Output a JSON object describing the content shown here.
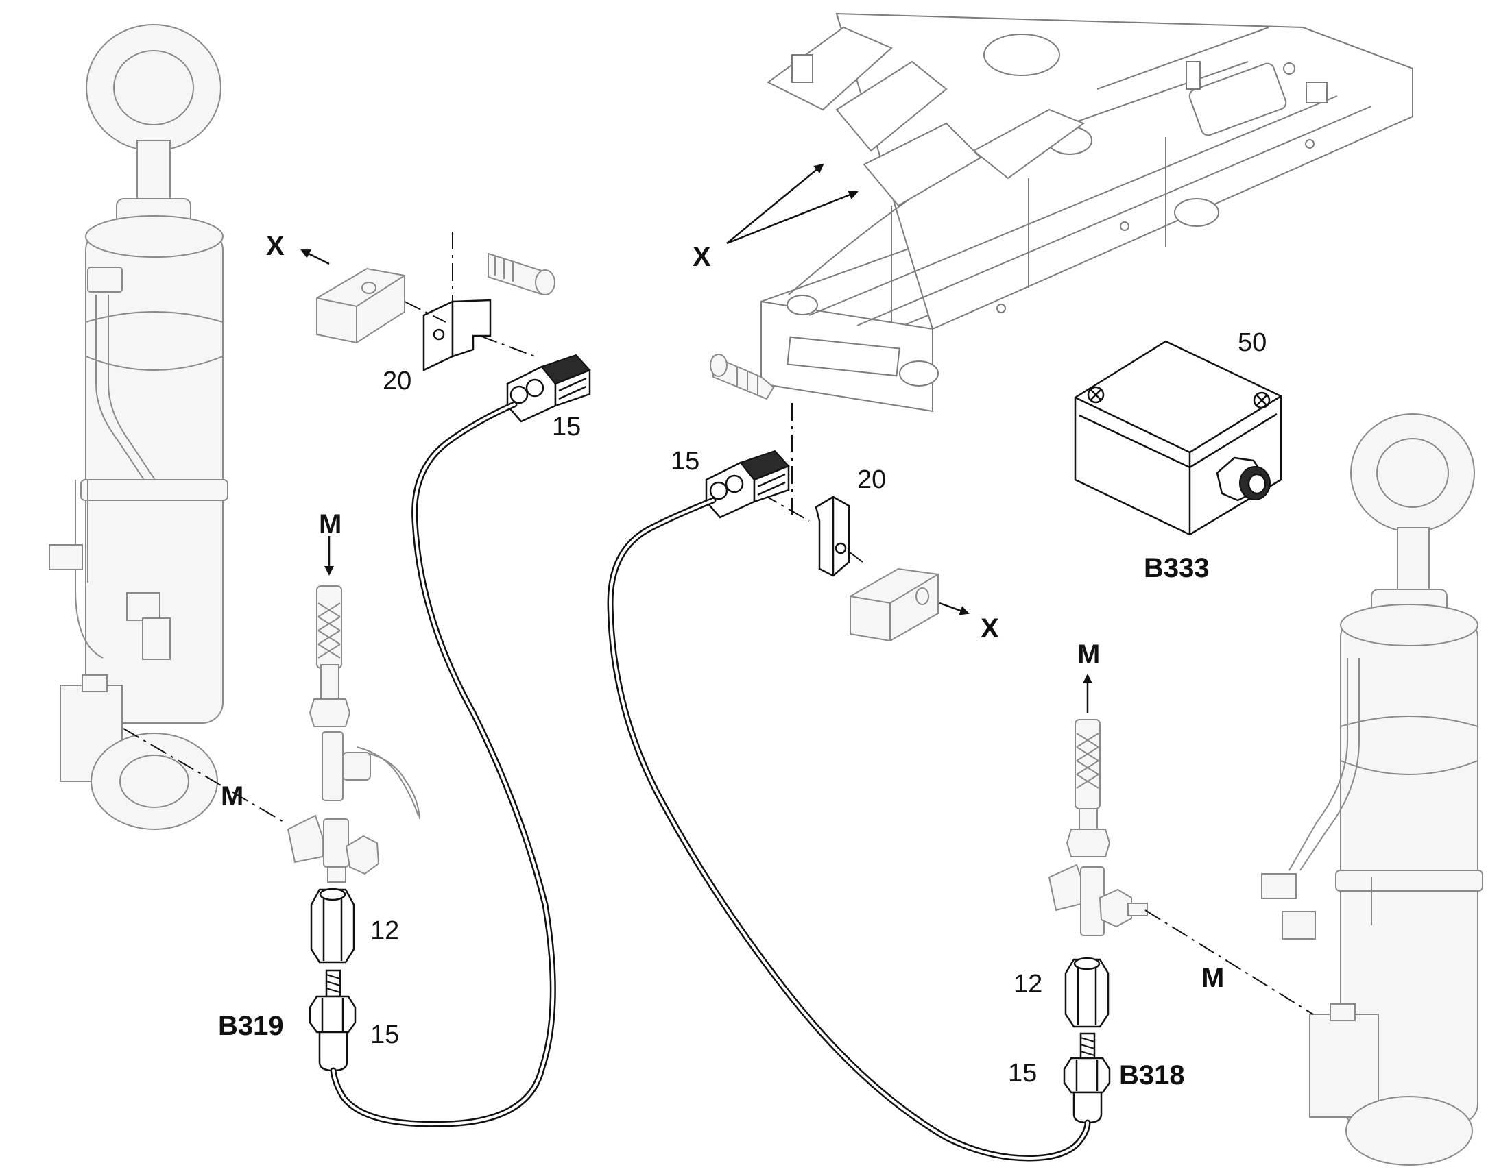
{
  "callouts": {
    "x_arrow_left": "X",
    "x_arrows_frame": "X",
    "x_arrow_right": "X",
    "m_arrow_left": "M",
    "m_leader_left": "M",
    "m_arrow_right": "M",
    "m_leader_right": "M"
  },
  "part_numbers": {
    "bracket_left": "20",
    "connector_left": "15",
    "bracket_right": "20",
    "connector_right": "15",
    "junction_box": "50",
    "nut_left": "12",
    "sensor_left": "15",
    "nut_right": "12",
    "sensor_right": "15"
  },
  "designations": {
    "sensor_left": "B319",
    "sensor_right": "B318",
    "junction_box": "B333"
  }
}
